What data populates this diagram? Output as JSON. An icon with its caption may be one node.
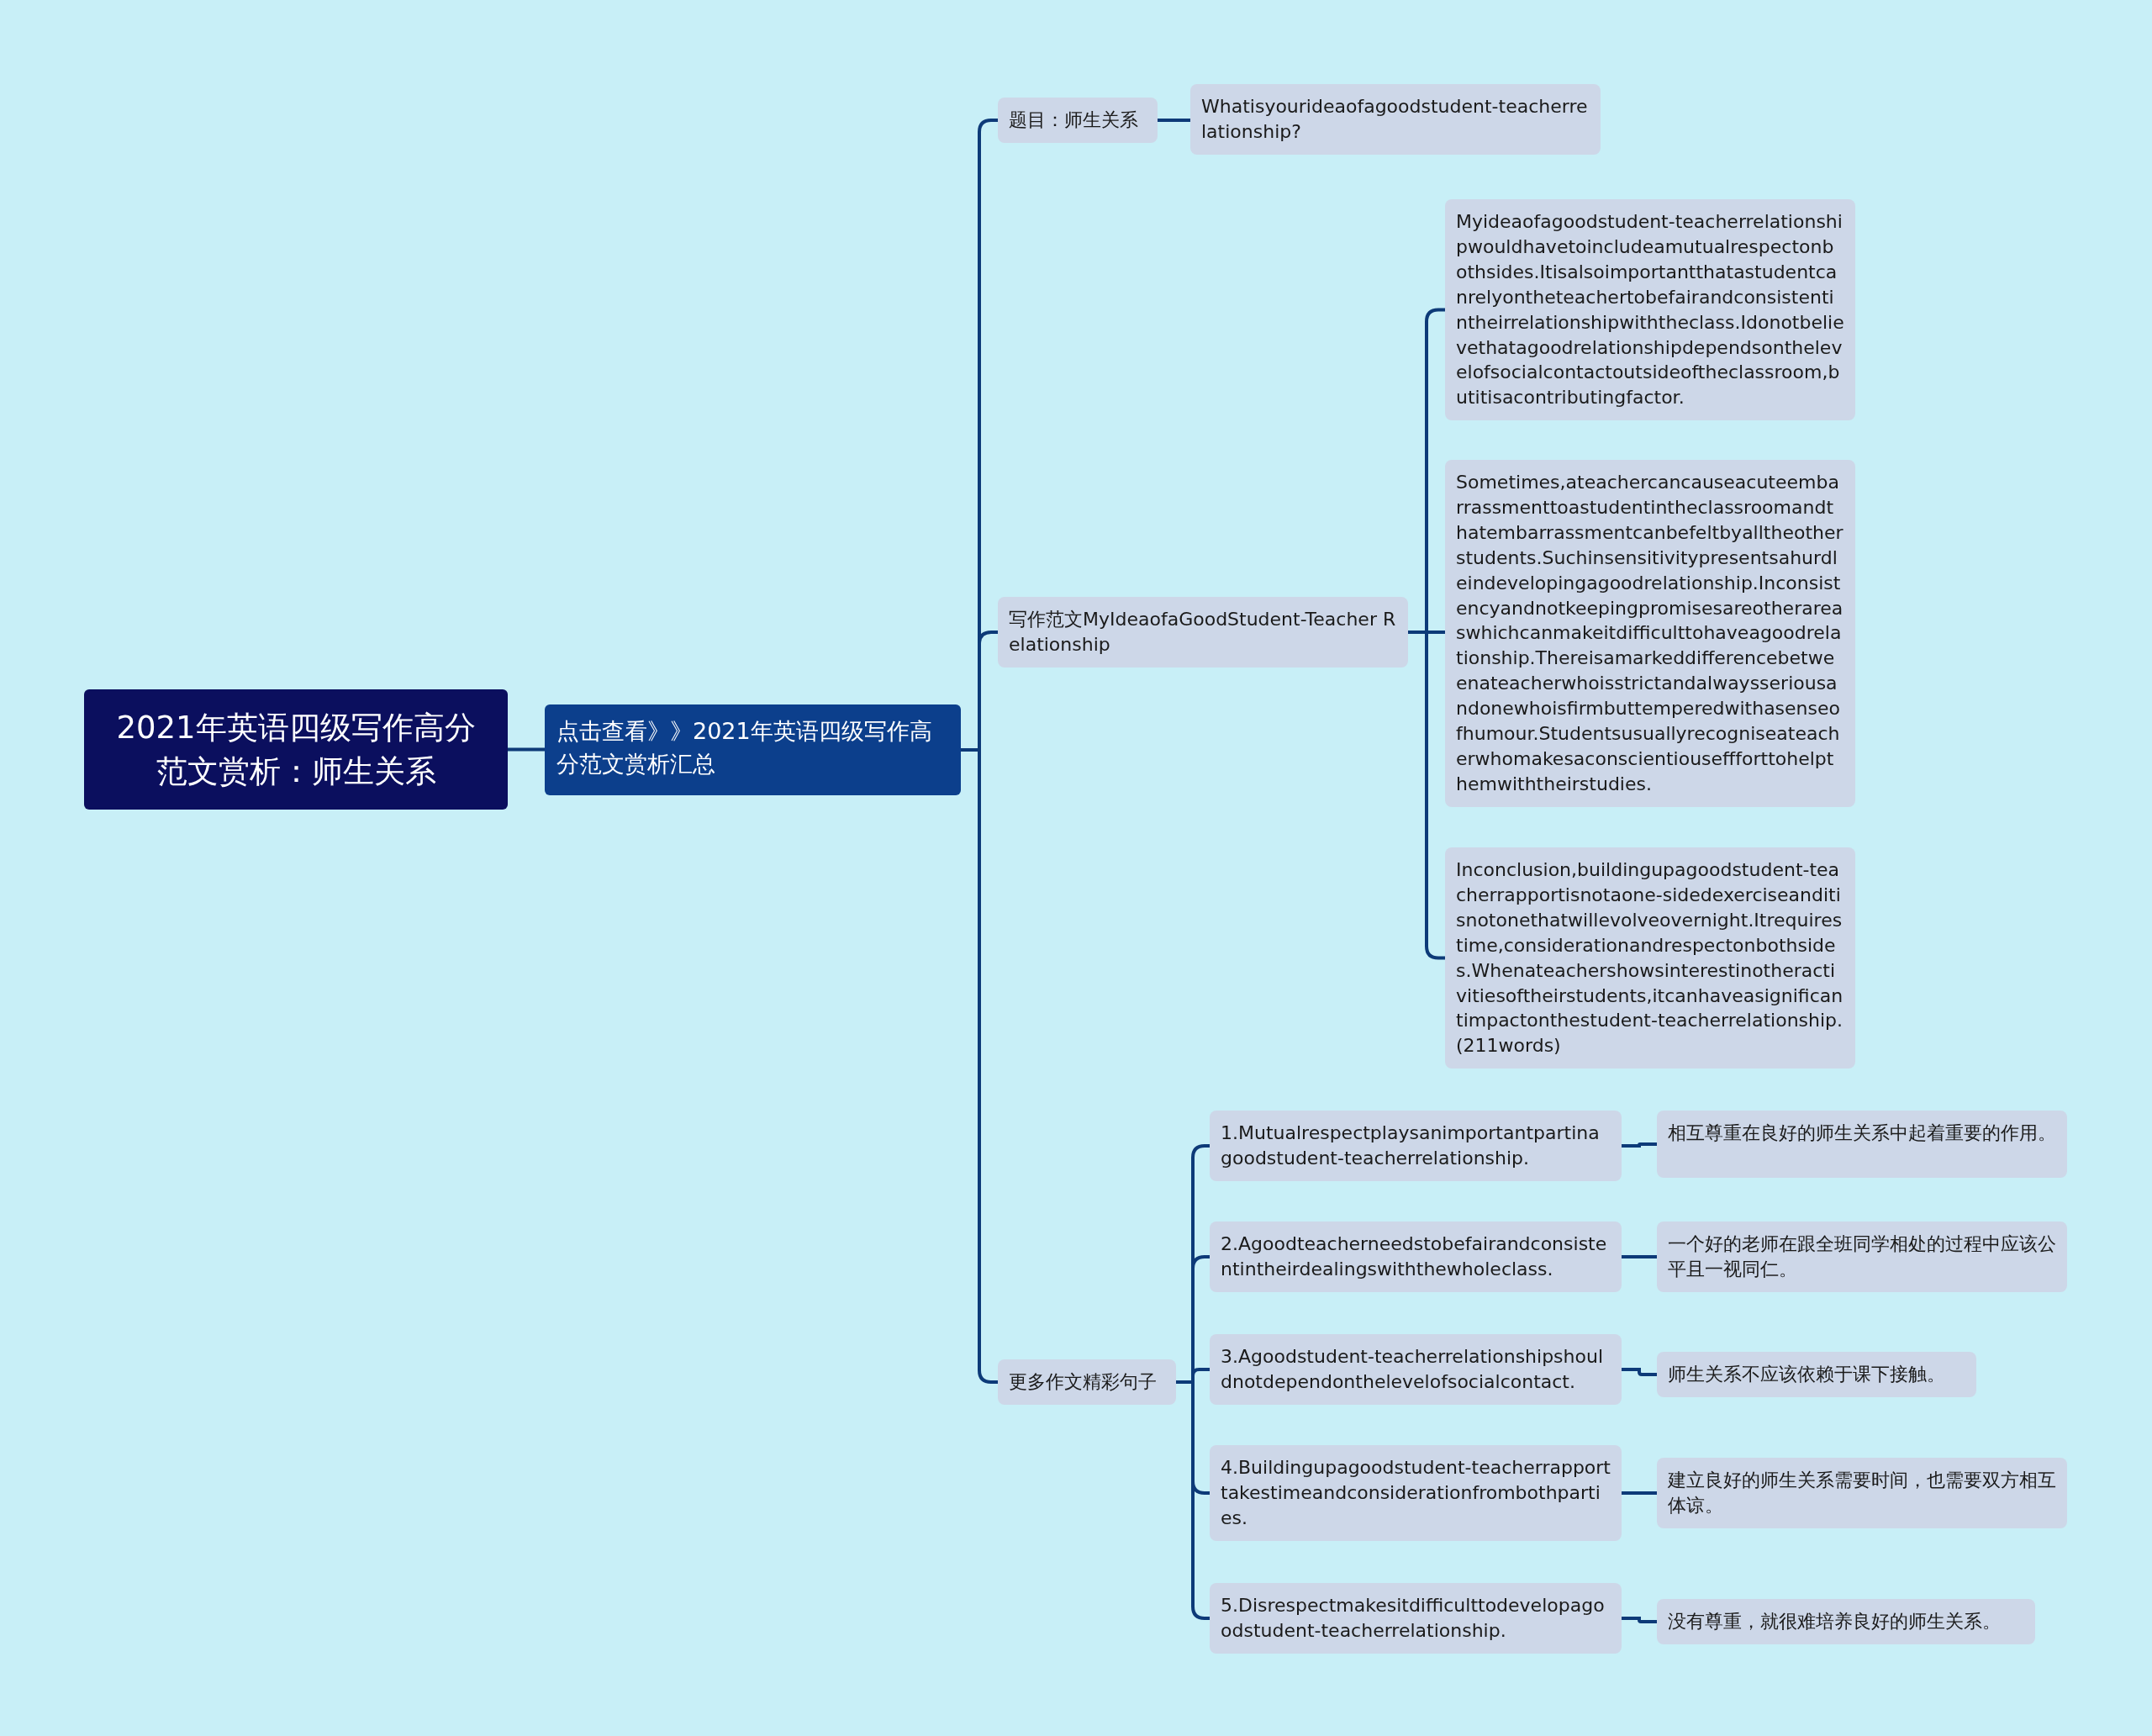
{
  "diagram": {
    "nodes": [
      {
        "text": [
          "2021年英语四级写作高分范文赏析：师生关系"
        ]
      },
      {
        "text": [
          "点击查看》》2021年英语四级写作高分范文赏析汇总"
        ]
      },
      {
        "text": [
          "题目：师生关系"
        ]
      },
      {
        "text": [
          "Whatisyourideaofagoodstudent-teacherrelationship?"
        ]
      },
      {
        "text": [
          "写作范文MyIdeaofaGoodStudent-Teacher Relationship"
        ]
      },
      {
        "text": [
          "Myideaofagoodstudent-teacherrelationshipwouldhavetoincludeamutualrespectonbothsides.Itisalsoimportantthatastudentcanrelyontheteachertobefairandconsistentintheirrelationshipwiththeclass.Idonotbelievethatagoodrelationshipdependsonthelevelofsocialcontactoutsideoftheclassroom,butitisacontributingfactor."
        ]
      },
      {
        "text": [
          "Sometimes,ateachercancauseacuteembarrassmenttoastudentintheclassroomandthatembarrassmentcanbefeltbyalltheotherstudents.Suchinsensitivitypresentsahurdleindevelopingagoodrelationship.Inconsistencyandnotkeepingpromisesareotherareaswhichcanmakeitdifficulttohaveagoodrelationship.Thereisamarkeddifferencebetweenateacherwhoisstrictandalwaysseriousandonewhoisfirmbuttemperedwithasenseofhumour.Studentsusuallyrecogniseateacherwhomakesaconscientiouseffforttohelpthemwiththeirstudies."
        ]
      },
      {
        "text": [
          "Inconclusion,buildingupagoodstudent-teacherrapportisnotaone-sidedexerciseanditisnotonethatwillevolveovernight.Itrequirestime,considerationandrespectonbothsides.Whenateachershowsinterestinotheractivitiesoftheirstudents,itcanhaveasignificantimpactonthestudent-teacherrelationship.(211words)"
        ]
      },
      {
        "text": [
          "更多作文精彩句子"
        ]
      },
      {
        "text": [
          "1.Mutualrespectplaysanimportantpartinagoodstudent-teacherrelationship."
        ]
      },
      {
        "text": [
          "相互尊重在良好的师生关系中起着重要的作用。"
        ]
      },
      {
        "text": [
          "2.Agoodteacherneedstobefairandconsistentintheirdealingswiththewholeclass."
        ]
      },
      {
        "text": [
          "一个好的老师在跟全班同学相处的过程中应该公平且一视同仁。"
        ]
      },
      {
        "text": [
          "3.Agoodstudent-teacherrelationshipshouldnotdependonthelevelofsocialcontact."
        ]
      },
      {
        "text": [
          "师生关系不应该依赖于课下接触。"
        ]
      },
      {
        "text": [
          "4.Buildingupagoodstudent-teacherrapporttakestimeandconsiderationfrombothparties."
        ]
      },
      {
        "text": [
          "建立良好的师生关系需要时间，也需要双方相互体谅。"
        ]
      },
      {
        "text": [
          "5.Disrespectmakesitdifficulttodevelopagoodstudent-teacherrelationship."
        ]
      },
      {
        "text": [
          "没有尊重，就很难培养良好的师生关系。"
        ]
      }
    ],
    "edges": [
      {
        "from": 0,
        "to": 1,
        "arrow": "none"
      },
      {
        "from": 1,
        "to": 2,
        "arrow": "none"
      },
      {
        "from": 1,
        "to": 4,
        "arrow": "none"
      },
      {
        "from": 1,
        "to": 8,
        "arrow": "none"
      },
      {
        "from": 2,
        "to": 3,
        "arrow": "none"
      },
      {
        "from": 4,
        "to": 5,
        "arrow": "none"
      },
      {
        "from": 4,
        "to": 6,
        "arrow": "none"
      },
      {
        "from": 4,
        "to": 7,
        "arrow": "none"
      },
      {
        "from": 8,
        "to": 9,
        "arrow": "none"
      },
      {
        "from": 8,
        "to": 11,
        "arrow": "none"
      },
      {
        "from": 8,
        "to": 13,
        "arrow": "none"
      },
      {
        "from": 8,
        "to": 15,
        "arrow": "none"
      },
      {
        "from": 8,
        "to": 17,
        "arrow": "none"
      },
      {
        "from": 9,
        "to": 10,
        "arrow": "none"
      },
      {
        "from": 11,
        "to": 12,
        "arrow": "none"
      },
      {
        "from": 13,
        "to": 14,
        "arrow": "none"
      },
      {
        "from": 15,
        "to": 16,
        "arrow": "none"
      },
      {
        "from": 17,
        "to": 18,
        "arrow": "none"
      }
    ]
  }
}
